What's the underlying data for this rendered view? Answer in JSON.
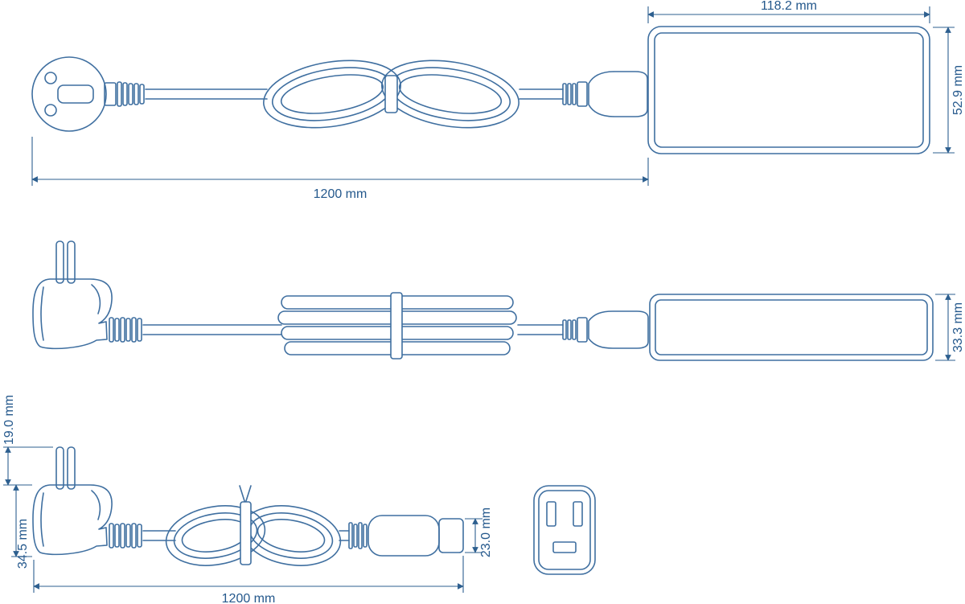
{
  "colors": {
    "line": "#3f6fa0",
    "dimc": "#2d5f8f",
    "text": "#24588c",
    "bg": "#ffffff"
  },
  "views": {
    "top": {
      "adapter_width_label": "118.2 mm",
      "adapter_height_label": "52.9 mm",
      "cable_length_label": "1200 mm"
    },
    "side": {
      "adapter_thickness_label": "33.3 mm"
    },
    "bottom": {
      "pin_length_label": "19.0 mm",
      "plug_body_label": "34.5 mm",
      "connector_height_label": "23.0 mm",
      "cable_length_label": "1200 mm"
    }
  }
}
